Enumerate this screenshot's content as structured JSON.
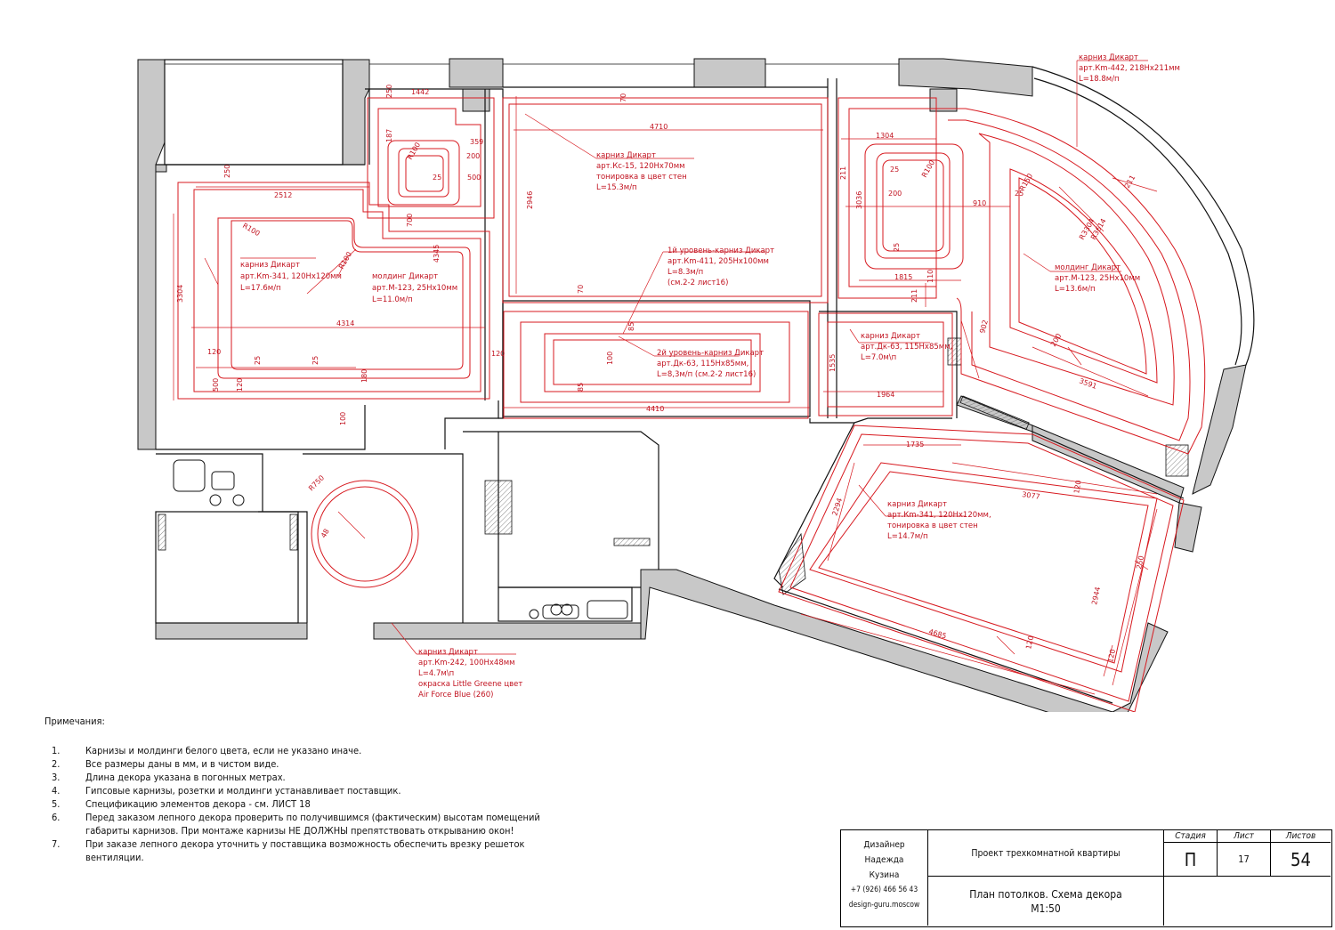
{
  "plan_labels": {
    "cornice_kitchen": [
      "карниз Дикарт",
      "арт.Кm-341, 120Hx120мм",
      "L=17.6м/п"
    ],
    "molding_kitchen": [
      "молдинг Дикарт",
      "арт.М-123, 25Hx10мм",
      "L=11.0м/п"
    ],
    "cornice_living": [
      "карниз Дикарт",
      "арт.Кс-15, 120Hx70мм",
      "тонировка в цвет стен",
      "L=15.3м/п"
    ],
    "level1": [
      "1й уровень-карниз Дикарт",
      "арт.Кm-411, 205Hx100мм",
      "L=8.3м/п",
      "(см.2-2 лист16)"
    ],
    "level2": [
      "2й уровень-карниз Дикарт",
      "арт.Дк-63, 115Hx85мм,",
      "L=8,3м/п (см.2-2 лист16)"
    ],
    "cornice_arc": [
      "карниз Дикарт",
      "арт.Кm-442, 218Hx211мм",
      "L=18.8м/п"
    ],
    "molding_arc": [
      "молдинг Дикарт",
      "арт.М-123, 25Hx10мм",
      "L=13.6м/п"
    ],
    "cornice_hall": [
      "карниз Дикарт",
      "арт.Дк-63, 115Hx85мм,",
      "L=7.0м\\п"
    ],
    "cornice_bedroom": [
      "карниз Дикарт",
      "арт.Кm-341, 120Hx120мм,",
      "тонировка в цвет стен",
      "L=14.7м/п"
    ],
    "cornice_round": [
      "карниз Дикарт",
      "арт.Кm-242, 100Hx48мм",
      "L=4.7м\\п",
      "окраска Little Greene  цвет",
      "Air Force Blue (260)"
    ]
  },
  "dimensions": {
    "d1442": "1442",
    "d250a": "250",
    "d187": "187",
    "d359": "359",
    "d200a": "200",
    "d500a": "500",
    "d25a": "25",
    "r100a": "R100",
    "d700": "700",
    "d4345": "4345",
    "d250b": "250",
    "d2512": "2512",
    "r100b": "R100",
    "r100c": "R100",
    "d3304": "3304",
    "d4314": "4314",
    "d120a": "120",
    "d500b": "500",
    "d120b": "120",
    "d25b": "25",
    "d25c": "25",
    "d180": "180",
    "d100a": "100",
    "d120c": "120",
    "d4710": "4710",
    "d70a": "70",
    "d2946": "2946",
    "d70b": "70",
    "d85a": "85",
    "d100b": "100",
    "d85b": "85",
    "d4410": "4410",
    "d1304": "1304",
    "d211a": "211",
    "d3036": "3036",
    "d25d": "25",
    "r100d": "R100",
    "d200b": "200",
    "d910": "910",
    "d25e": "25",
    "d1815": "1815",
    "d211b": "211",
    "d110": "110",
    "d1535": "1535",
    "d1964": "1964",
    "d902": "902",
    "r150": "R150",
    "d25f": "25",
    "r3304": "R3304",
    "r3614": "R3614",
    "d211c": "211",
    "d200c": "200",
    "d3591": "3591",
    "d1735": "1735",
    "d3077": "3077",
    "d120d": "120",
    "d2294": "2294",
    "d250c": "250",
    "d2944": "2944",
    "d4685": "4685",
    "d120e": "120",
    "d120f": "120",
    "r750": "R750",
    "d48": "48"
  },
  "notes": {
    "title": "Примечания:",
    "items": [
      {
        "n": "1.",
        "text": "Карнизы и молдинги белого цвета, если не указано иначе."
      },
      {
        "n": "2.",
        "text": "Все размеры даны в мм,  и в чистом виде."
      },
      {
        "n": "3.",
        "text": "Длина декора указана в погонных метрах."
      },
      {
        "n": "4.",
        "text": "Гипсовые карнизы, розетки и молдинги устанавливает поставщик."
      },
      {
        "n": "5.",
        "text": "Спецификацию элементов декора - см. ЛИСТ 18"
      },
      {
        "n": "6.",
        "text": "Перед заказом лепного декора проверить по получившимся (фактическим) высотам помещений габариты карнизов. При монтаже карнизы НЕ ДОЛЖНЫ препятствовать открыванию окон!"
      },
      {
        "n": "7.",
        "text": "При заказе лепного декора уточнить у поставщика возможность обеспечить врезку решеток вентиляции."
      }
    ]
  },
  "title_block": {
    "designer_role": "Дизайнер",
    "designer_first": "Надежда",
    "designer_last": "Кузина",
    "phone": "+7 (926) 466 56 43",
    "site": "design-guru.moscow",
    "project": "Проект трехкомнатной квартиры",
    "sheet_title": "План потолков. Схема декора",
    "scale": "М1:50",
    "stage_header": "Стадия",
    "sheet_header": "Лист",
    "sheets_header": "Листов",
    "stage": "П",
    "sheet": "17",
    "sheets": "54"
  },
  "colors": {
    "wall": "#c8c8c8",
    "decor": "#d7191f",
    "line": "#111111"
  }
}
